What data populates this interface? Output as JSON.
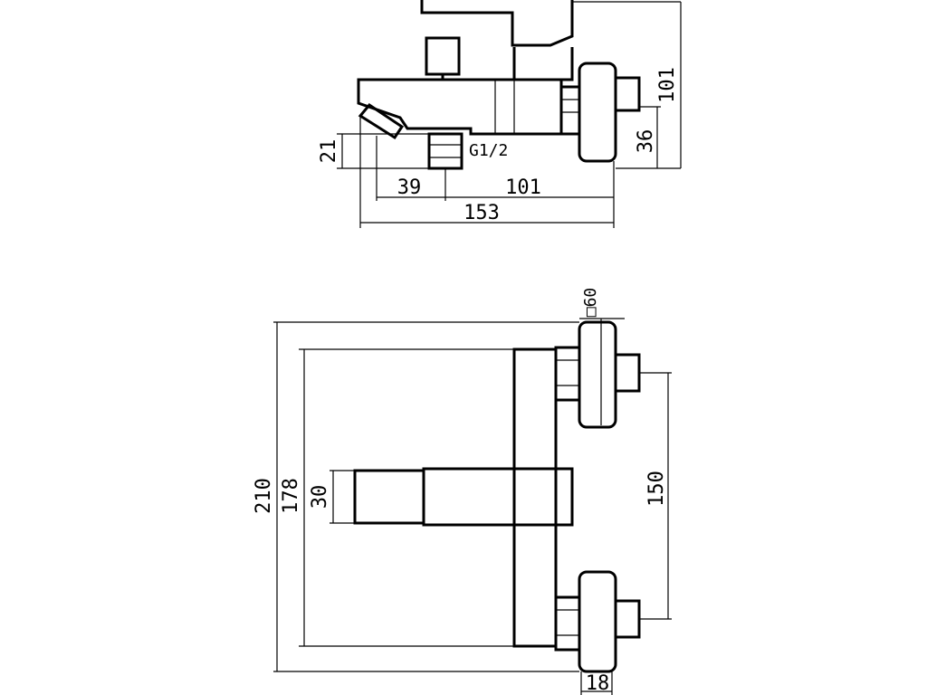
{
  "colors": {
    "line": "#000000",
    "background": "#ffffff"
  },
  "top_view": {
    "dim_height_total": "101",
    "dim_outlet_height": "36",
    "dim_spout_height": "21",
    "thread_label": "G1/2",
    "dim_spout_offset": "39",
    "dim_outlet_spacing": "101",
    "dim_total_length": "153"
  },
  "front_view": {
    "dim_escutcheon": "□60",
    "dim_total_width": "210",
    "dim_body_width": "178",
    "dim_spout_width": "30",
    "dim_centers": "150",
    "dim_depth": "18"
  }
}
